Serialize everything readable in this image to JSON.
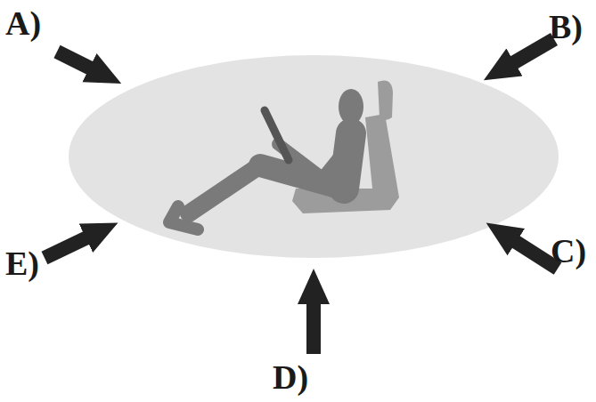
{
  "diagram": {
    "labels": [
      "A)",
      "B)",
      "C)",
      "D)",
      "E)"
    ]
  }
}
